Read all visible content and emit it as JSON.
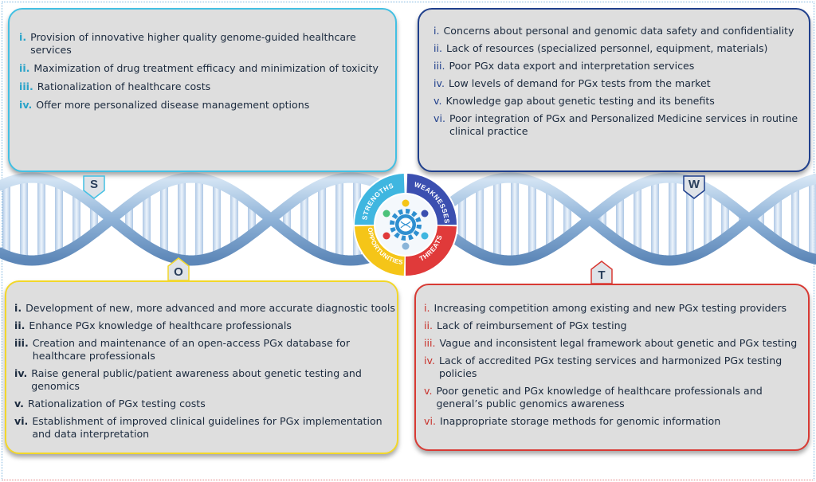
{
  "quadrants": {
    "s": {
      "letter": "S",
      "color": "#43c0e3",
      "items": [
        {
          "num": "i.",
          "text": "Provision of innovative higher quality genome-guided healthcare services"
        },
        {
          "num": "ii.",
          "text": "Maximization of drug treatment efficacy and minimization of toxicity"
        },
        {
          "num": "iii.",
          "text": "Rationalization of healthcare costs"
        },
        {
          "num": "iv.",
          "text": "Offer more personalized disease management options"
        }
      ]
    },
    "w": {
      "letter": "W",
      "color": "#1f3f8c",
      "items": [
        {
          "num": "i.",
          "text": "Concerns about personal and genomic data safety and confidentiality"
        },
        {
          "num": "ii.",
          "text": "Lack of resources (specialized personnel, equipment, materials)"
        },
        {
          "num": "iii.",
          "text": "Poor PGx data export and interpretation services"
        },
        {
          "num": "iv.",
          "text": "Low levels of demand for PGx tests from the market"
        },
        {
          "num": "v.",
          "text": "Knowledge gap about genetic testing and its benefits"
        },
        {
          "num": "vi.",
          "text": "Poor integration of PGx and Personalized Medicine services in routine clinical practice"
        }
      ]
    },
    "o": {
      "letter": "O",
      "color": "#f2d72a",
      "items": [
        {
          "num": "i.",
          "text": "Development of new, more advanced and more accurate diagnostic tools"
        },
        {
          "num": "ii.",
          "text": "Enhance PGx knowledge of healthcare professionals"
        },
        {
          "num": "iii.",
          "text": "Creation and maintenance of an open-access PGx database for healthcare professionals"
        },
        {
          "num": "iv.",
          "text": "Raise general public/patient awareness about genetic testing and genomics"
        },
        {
          "num": "v.",
          "text": "Rationalization of  PGx testing costs"
        },
        {
          "num": "vi.",
          "text": "Establishment of improved clinical guidelines for PGx implementation and data interpretation"
        }
      ]
    },
    "t": {
      "letter": "T",
      "color": "#d83a34",
      "items": [
        {
          "num": "i.",
          "text": "Increasing competition among existing and new PGx testing providers"
        },
        {
          "num": "ii.",
          "text": "Lack of reimbursement of PGx testing"
        },
        {
          "num": "iii.",
          "text": "Vague and inconsistent legal framework about genetic and PGx testing"
        },
        {
          "num": "iv.",
          "text": "Lack of accredited PGx testing services and harmonized PGx testing policies"
        },
        {
          "num": "v.",
          "text": "Poor genetic and PGx knowledge of healthcare professionals and general’s public genomics awareness"
        },
        {
          "num": "vi.",
          "text": "Inappropriate storage methods for genomic information"
        }
      ]
    }
  },
  "wheel": {
    "labels": [
      "STRENGTHS",
      "WEAKNESSES",
      "THREATS",
      "OPPORTUNITIES"
    ],
    "colors": [
      "#3fb6e0",
      "#3b4fb0",
      "#e03a3a",
      "#f5c518"
    ],
    "hub_color": "#2e8fd0",
    "icons": [
      "gear-icon",
      "dna-icon"
    ]
  }
}
